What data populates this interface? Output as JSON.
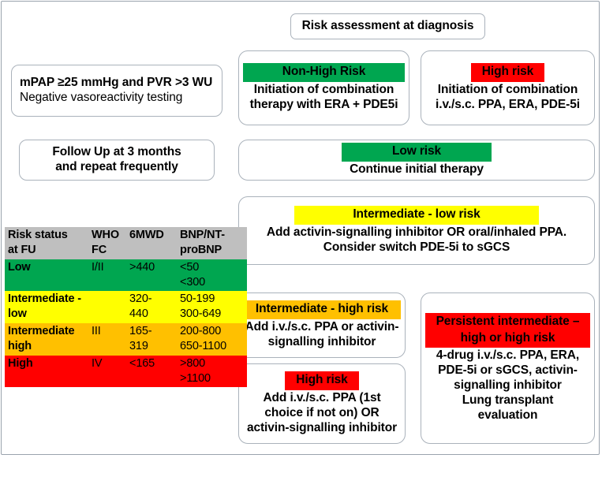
{
  "title": {
    "text": "Risk assessment at diagnosis"
  },
  "criteria": {
    "line1": "mPAP ≥25 mmHg and PVR >3 WU",
    "line2": "Negative vasoreactivity testing"
  },
  "non_high_risk": {
    "badge": "Non-High Risk",
    "badge_color": "#00a650",
    "line1": "Initiation of combination",
    "line2": "therapy with ERA + PDE5i"
  },
  "high_risk_diagnosis": {
    "badge": "High risk",
    "badge_color": "#ff0000",
    "line1": "Initiation of combination",
    "line2": "i.v./s.c. PPA, ERA, PDE-5i"
  },
  "follow_up": {
    "line1": "Follow Up at 3 months",
    "line2": "and repeat frequently"
  },
  "low_risk": {
    "badge": "Low risk",
    "badge_color": "#00a650",
    "line1": "Continue initial therapy"
  },
  "intermediate_low_risk": {
    "badge": "Intermediate - low risk",
    "badge_color": "#ffff00",
    "line1": "Add activin-signalling inhibitor OR oral/inhaled PPA.",
    "line2": "Consider switch PDE-5i to sGCS"
  },
  "intermediate_high_risk": {
    "badge": "Intermediate - high risk",
    "badge_color": "#ffc000",
    "line1": "Add i.v./s.c. PPA or activin-",
    "line2": "signalling inhibitor"
  },
  "high_risk_fu": {
    "badge": "High risk",
    "badge_color": "#ff0000",
    "line1": "Add i.v./s.c. PPA (1st",
    "line2": "choice if not on) OR",
    "line3": "activin-signalling inhibitor"
  },
  "persistent": {
    "badge_line1": "Persistent intermediate –",
    "badge_line2": "high or high risk",
    "badge_color": "#ff0000",
    "line1": "4-drug i.v./s.c. PPA, ERA,",
    "line2": "PDE-5i or sGCS, activin-",
    "line3": "signalling inhibitor",
    "line4": "Lung transplant",
    "line5": "evaluation"
  },
  "risk_table": {
    "header_bg": "#bfbfbf",
    "headers": {
      "status": "Risk status at FU",
      "status_l1": "Risk status",
      "status_l2": "at FU",
      "who_l1": "WHO",
      "who_l2": "FC",
      "mwd": "6MWD",
      "bnp_l1": "BNP/NT-",
      "bnp_l2": "proBNP"
    },
    "rows": [
      {
        "status_bold": "Low",
        "status_rest": "",
        "who": "I/II",
        "mwd_l1": ">440",
        "mwd_l2": "",
        "bnp_l1": "<50",
        "bnp_l2": "<300",
        "color": "#00a650"
      },
      {
        "status_bold": "Intermediate -",
        "status_rest": "low",
        "who": "",
        "mwd_l1": "320-",
        "mwd_l2": "440",
        "bnp_l1": "50-199",
        "bnp_l2": "300-649",
        "color": "#ffff00"
      },
      {
        "status_bold": "Intermediate",
        "status_rest": "high",
        "who": "III",
        "mwd_l1": "165-",
        "mwd_l2": "319",
        "bnp_l1": "200-800",
        "bnp_l2": "650-1100",
        "color": "#ffc000"
      },
      {
        "status_bold": "High",
        "status_rest": "",
        "who": "IV",
        "mwd_l1": "<165",
        "mwd_l2": "",
        "bnp_l1": ">800",
        "bnp_l2": ">1100",
        "color": "#ff0000"
      }
    ]
  }
}
